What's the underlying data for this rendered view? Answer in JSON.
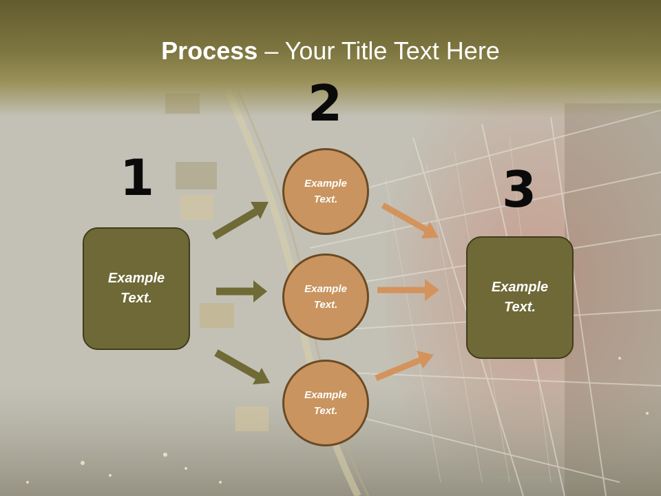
{
  "title": {
    "bold": "Process",
    "rest": " – Your Title Text Here"
  },
  "steps": [
    {
      "number": "1"
    },
    {
      "number": "2"
    },
    {
      "number": "3"
    }
  ],
  "left_box": {
    "text": "Example Text."
  },
  "circles": [
    {
      "text": "Example Text."
    },
    {
      "text": "Example Text."
    },
    {
      "text": "Example Text."
    }
  ],
  "right_box": {
    "text": "Example Text."
  },
  "colors": {
    "olive_box": "#6e6936",
    "circle_fill": "#c9945f",
    "olive_arrow": "#6f6a36",
    "tan_arrow": "#d4935c"
  }
}
